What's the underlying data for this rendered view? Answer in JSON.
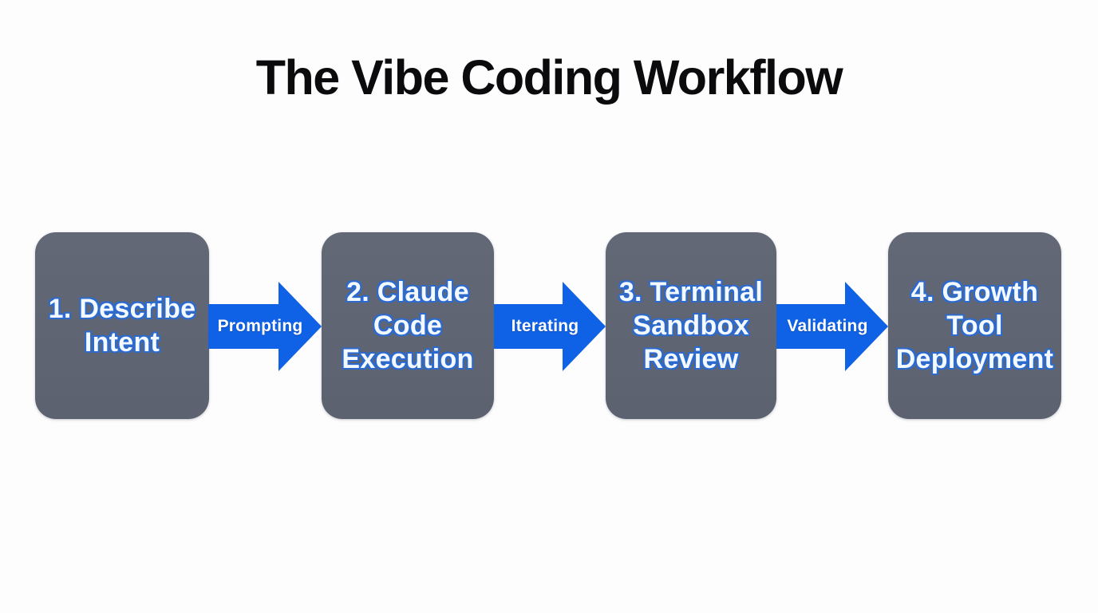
{
  "title": "The Vibe Coding Workflow",
  "workflow": {
    "steps": [
      {
        "label": "1. Describe Intent",
        "lines": [
          "1. Describe",
          "Intent"
        ]
      },
      {
        "label": "2. Claude Code Execution",
        "lines": [
          "2. Claude",
          "Code",
          "Execution"
        ]
      },
      {
        "label": "3. Terminal Sandbox Review",
        "lines": [
          "3. Terminal",
          "Sandbox",
          "Review"
        ]
      },
      {
        "label": "4. Growth Tool Deployment",
        "lines": [
          "4. Growth",
          "Tool",
          "Deployment"
        ]
      }
    ],
    "arrows": [
      {
        "label": "Prompting"
      },
      {
        "label": "Iterating"
      },
      {
        "label": "Validating"
      }
    ]
  },
  "colors": {
    "background": "#fdfdfd",
    "title_text": "#0b0b0d",
    "step_box_fill": "#5e6472",
    "step_text_fill": "#f3f9ff",
    "step_text_outline": "#2d6ace",
    "arrow_fill": "#0f62e6",
    "arrow_label_text": "#ffffff"
  }
}
